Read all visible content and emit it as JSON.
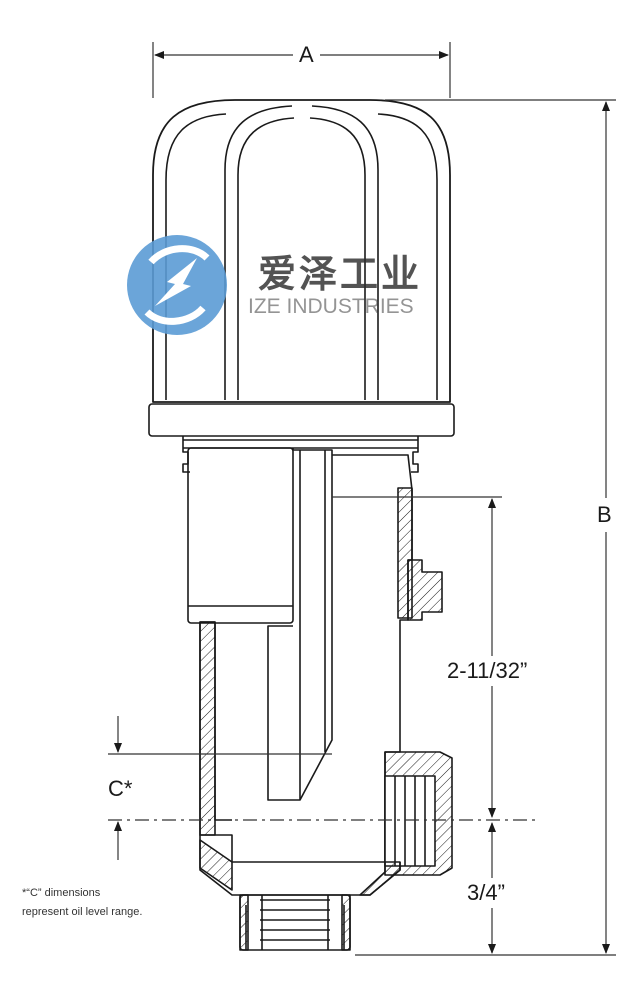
{
  "dimensions": {
    "a": "A",
    "b": "B",
    "c": "C*",
    "height_upper": "2-11/32”",
    "height_lower": "3/4”"
  },
  "footnote": {
    "line1": "*“C” dimensions",
    "line2": "represent oil level range."
  },
  "watermark": {
    "chinese": "爱泽工业",
    "english": "IZE INDUSTRIES",
    "logo_color": "#5b9bd5"
  },
  "colors": {
    "line": "#1a1a1a",
    "dim_line": "#333333"
  }
}
